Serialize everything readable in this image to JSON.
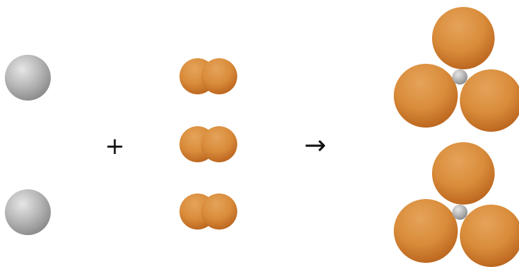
{
  "diagram": {
    "operators": {
      "plus": "+",
      "arrow": "→"
    },
    "colors": {
      "gray_light": "#e6e6e6",
      "gray_mid": "#b7b7b7",
      "gray_dark": "#8c8c8c",
      "orange_light": "#e5a35a",
      "orange_mid": "#d98c3a",
      "orange_dark": "#b8611c"
    },
    "reactants": {
      "gray_atoms": 2,
      "orange_diatomic_molecules": 3
    },
    "products": {
      "molecules": 2,
      "orange_atoms_per_molecule": 3,
      "gray_atoms_per_molecule": 1
    }
  }
}
